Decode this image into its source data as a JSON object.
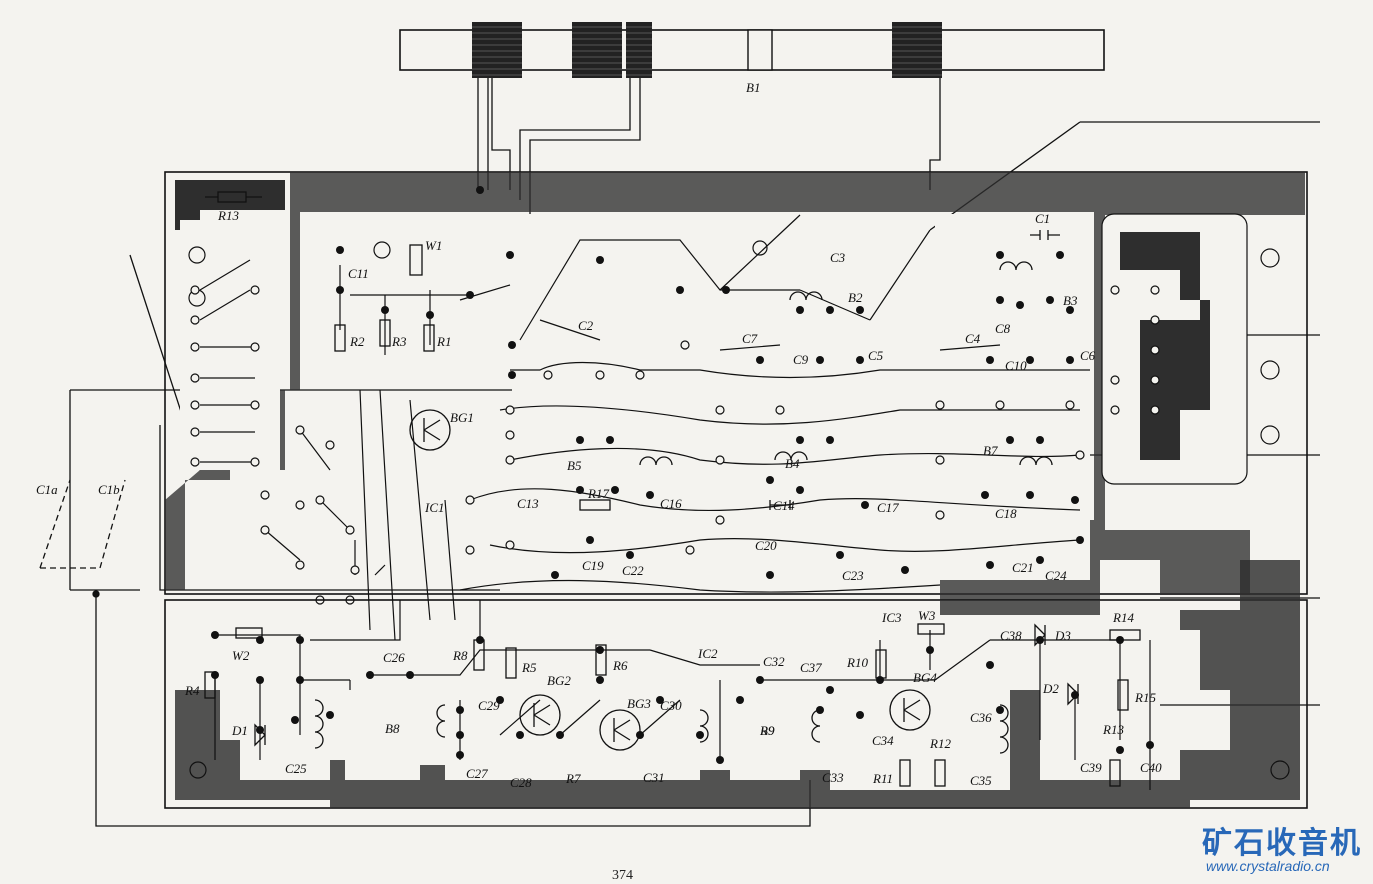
{
  "antenna": {
    "label": "B1"
  },
  "labels": [
    {
      "id": "R13",
      "t": "R13"
    },
    {
      "id": "C11",
      "t": "C11"
    },
    {
      "id": "W1",
      "t": "W1"
    },
    {
      "id": "R2",
      "t": "R2"
    },
    {
      "id": "R3",
      "t": "R3"
    },
    {
      "id": "R1",
      "t": "R1"
    },
    {
      "id": "BG1",
      "t": "BG1"
    },
    {
      "id": "IC1",
      "t": "IC1"
    },
    {
      "id": "C1",
      "t": "C1"
    },
    {
      "id": "C2",
      "t": "C2"
    },
    {
      "id": "C3",
      "t": "C3"
    },
    {
      "id": "C4",
      "t": "C4"
    },
    {
      "id": "C5",
      "t": "C5"
    },
    {
      "id": "C6",
      "t": "C6"
    },
    {
      "id": "C7",
      "t": "C7"
    },
    {
      "id": "C8",
      "t": "C8"
    },
    {
      "id": "C9",
      "t": "C9"
    },
    {
      "id": "C10",
      "t": "C10"
    },
    {
      "id": "B2",
      "t": "B2"
    },
    {
      "id": "B3",
      "t": "B3"
    },
    {
      "id": "B5",
      "t": "B5"
    },
    {
      "id": "B4",
      "t": "B4"
    },
    {
      "id": "B7",
      "t": "B7"
    },
    {
      "id": "R17",
      "t": "R17"
    },
    {
      "id": "C13",
      "t": "C13"
    },
    {
      "id": "C16",
      "t": "C16"
    },
    {
      "id": "C14",
      "t": "C14"
    },
    {
      "id": "C17",
      "t": "C17"
    },
    {
      "id": "C18",
      "t": "C18"
    },
    {
      "id": "C19",
      "t": "C19"
    },
    {
      "id": "C20",
      "t": "C20"
    },
    {
      "id": "C21",
      "t": "C21"
    },
    {
      "id": "C22",
      "t": "C22"
    },
    {
      "id": "C23",
      "t": "C23"
    },
    {
      "id": "C24",
      "t": "C24"
    },
    {
      "id": "C1a",
      "t": "C1a"
    },
    {
      "id": "C1b",
      "t": "C1b"
    },
    {
      "id": "W2",
      "t": "W2"
    },
    {
      "id": "R4",
      "t": "R4"
    },
    {
      "id": "D1",
      "t": "D1"
    },
    {
      "id": "C25",
      "t": "C25"
    },
    {
      "id": "C26",
      "t": "C26"
    },
    {
      "id": "B8",
      "t": "B8"
    },
    {
      "id": "R6",
      "t": "R6"
    },
    {
      "id": "R5",
      "t": "R5"
    },
    {
      "id": "R8",
      "t": "R8"
    },
    {
      "id": "BG2",
      "t": "BG2"
    },
    {
      "id": "BG3",
      "t": "BG3"
    },
    {
      "id": "C29",
      "t": "C29"
    },
    {
      "id": "C27",
      "t": "C27"
    },
    {
      "id": "C28",
      "t": "C28"
    },
    {
      "id": "R7",
      "t": "R7"
    },
    {
      "id": "R9",
      "t": "R9"
    },
    {
      "id": "C31",
      "t": "C31"
    },
    {
      "id": "C30",
      "t": "C30"
    },
    {
      "id": "IC2",
      "t": "IC2"
    },
    {
      "id": "C32",
      "t": "C32"
    },
    {
      "id": "B9",
      "t": "B9"
    },
    {
      "id": "C37",
      "t": "C37"
    },
    {
      "id": "R10",
      "t": "R10"
    },
    {
      "id": "BG4",
      "t": "BG4"
    },
    {
      "id": "C34",
      "t": "C34"
    },
    {
      "id": "C36",
      "t": "C36"
    },
    {
      "id": "R12",
      "t": "R12"
    },
    {
      "id": "C33",
      "t": "C33"
    },
    {
      "id": "R11",
      "t": "R11"
    },
    {
      "id": "C35",
      "t": "C35"
    },
    {
      "id": "IC3",
      "t": "IC3"
    },
    {
      "id": "W3",
      "t": "W3"
    },
    {
      "id": "C38",
      "t": "C38"
    },
    {
      "id": "D3",
      "t": "D3"
    },
    {
      "id": "R14",
      "t": "R14"
    },
    {
      "id": "D2",
      "t": "D2"
    },
    {
      "id": "R15",
      "t": "R15"
    },
    {
      "id": "R13b",
      "t": "R13"
    },
    {
      "id": "C39",
      "t": "C39"
    },
    {
      "id": "C40",
      "t": "C40"
    }
  ],
  "watermark": {
    "title": "矿石收音机",
    "url": "www.crystalradio.cn"
  },
  "page_number": "374",
  "colors": {
    "ink": "#111111",
    "copper": "#2b2b2b",
    "paper": "#f4f3ef",
    "brand": "#2868b8"
  }
}
